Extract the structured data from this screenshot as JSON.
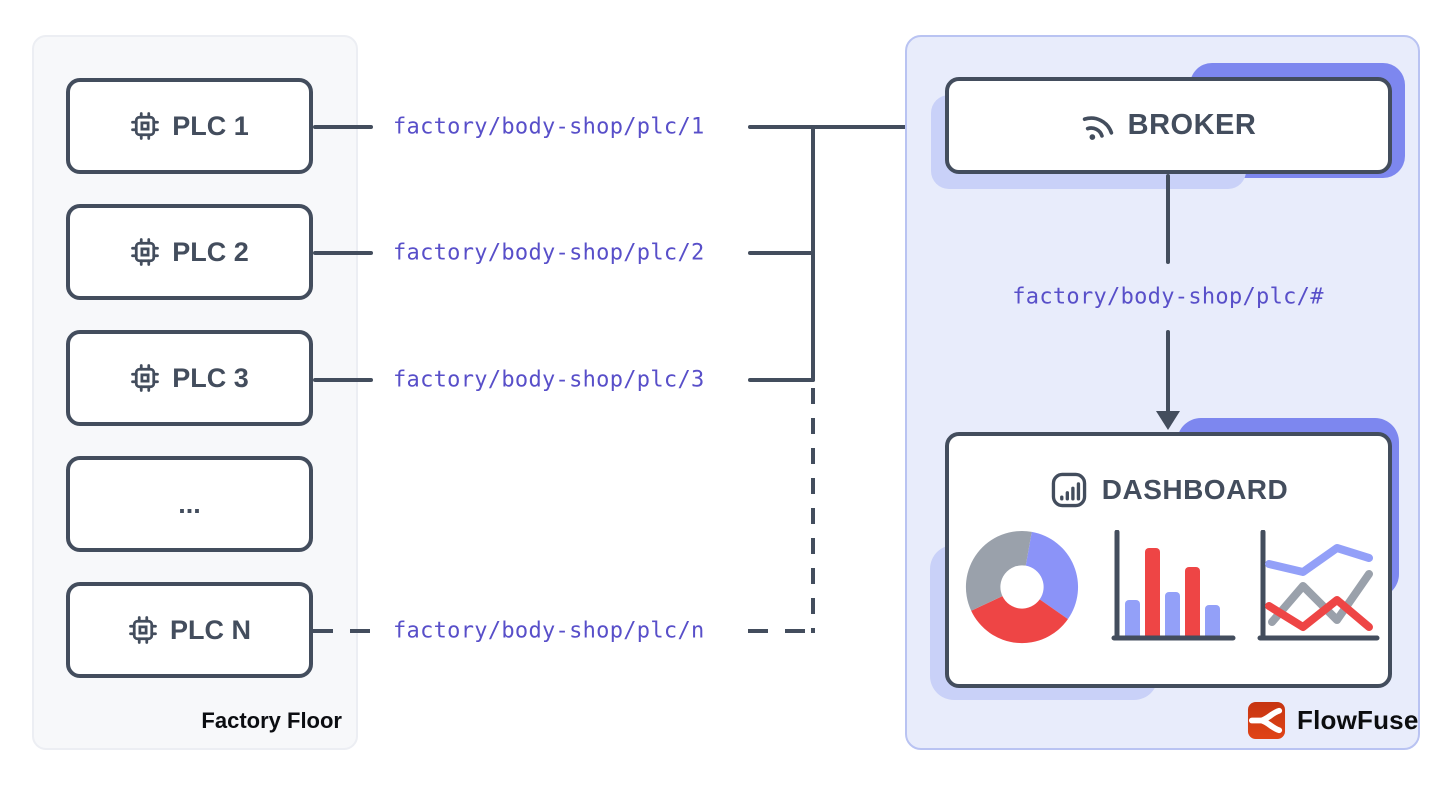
{
  "factory": {
    "panel_label": "Factory Floor",
    "plcs": [
      {
        "label": "PLC 1",
        "icon": "cpu-icon",
        "topic": "factory/body-shop/plc/1",
        "link": "solid"
      },
      {
        "label": "PLC 2",
        "icon": "cpu-icon",
        "topic": "factory/body-shop/plc/2",
        "link": "solid"
      },
      {
        "label": "PLC 3",
        "icon": "cpu-icon",
        "topic": "factory/body-shop/plc/3",
        "link": "solid"
      },
      {
        "label": "...",
        "icon": "none",
        "topic": "",
        "link": "none"
      },
      {
        "label": "PLC N",
        "icon": "cpu-icon",
        "topic": "factory/body-shop/plc/n",
        "link": "dashed"
      }
    ]
  },
  "broker": {
    "label": "BROKER",
    "icon": "rss-icon"
  },
  "subscription": {
    "wildcard_topic": "factory/body-shop/plc/#"
  },
  "dashboard": {
    "label": "DASHBOARD",
    "icon": "bar-chart-icon",
    "widgets": [
      "donut-chart",
      "bar-chart",
      "line-chart"
    ]
  },
  "brand": {
    "label": "FlowFuse"
  },
  "colors": {
    "line": "#434d5d",
    "topic_text": "#584fc9",
    "accent_purple": "#7d87ef",
    "accent_lavender": "#c9d1f8",
    "right_panel_bg": "#e8ecfb",
    "left_panel_bg": "#f7f8fa",
    "chart_red": "#ee4545",
    "chart_periwinkle": "#93a0f8",
    "chart_gray": "#9aa1ab",
    "brand_red": "#d63a12"
  }
}
